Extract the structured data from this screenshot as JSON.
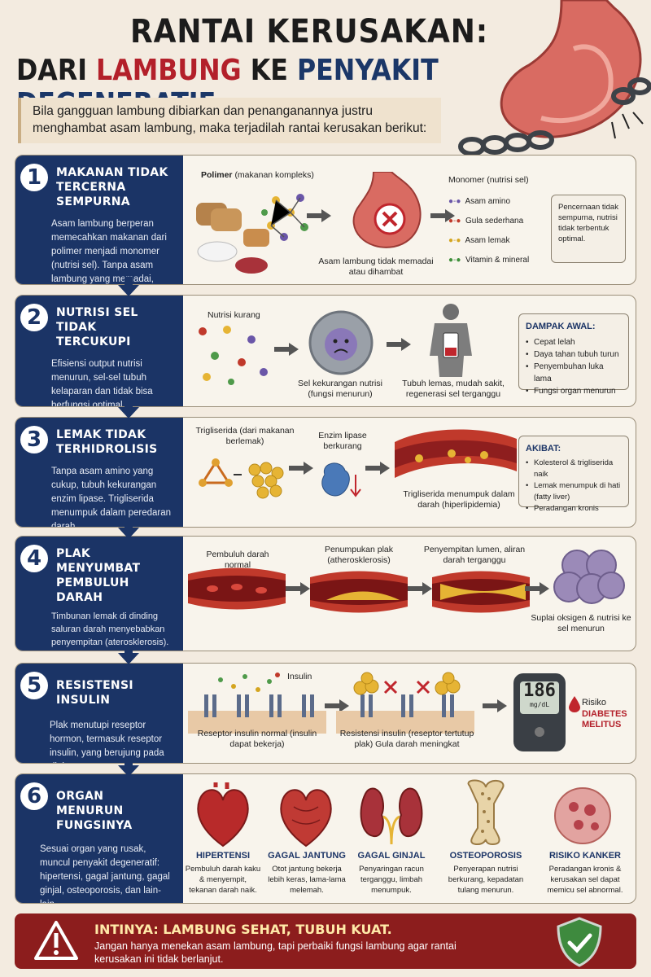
{
  "header": {
    "title_line1": "RANTAI KERUSAKAN:",
    "title_line2_a": "DARI",
    "title_line2_b": "LAMBUNG",
    "title_line2_c": "KE",
    "title_line2_d": "PENYAKIT DEGENERATIF",
    "intro": "Bila gangguan lambung dibiarkan dan penanganannya justru menghambat asam lambung, maka terjadilah rantai kerusakan berikut:"
  },
  "steps": [
    {
      "num": "1",
      "title": "MAKANAN TIDAK TERCERNA SEMPURNA",
      "desc": "Asam lambung berperan memecahkan makanan dari polimer menjadi monomer (nutrisi sel). Tanpa asam lambung yang memadai, proses ini gagal.",
      "label_polimer_a": "Polimer",
      "label_polimer_b": "(makanan kompleks)",
      "label_stomach": "Asam lambung tidak memadai atau dihambat",
      "label_monomer": "Monomer (nutrisi sel)",
      "monomers": [
        "Asam amino",
        "Gula sederhana",
        "Asam lemak",
        "Vitamin & mineral"
      ],
      "note": "Pencernaan tidak sempurna, nutrisi tidak terbentuk optimal."
    },
    {
      "num": "2",
      "title": "NUTRISI SEL TIDAK TERCUKUPI",
      "desc": "Efisiensi output nutrisi menurun, sel-sel tubuh kelaparan dan tidak bisa berfungsi optimal.",
      "label_a": "Nutrisi kurang",
      "label_b": "Sel kekurangan nutrisi (fungsi menurun)",
      "label_c": "Tubuh lemas, mudah sakit, regenerasi sel terganggu",
      "box_title": "DAMPAK AWAL:",
      "box_items": [
        "Cepat lelah",
        "Daya tahan tubuh turun",
        "Penyembuhan luka lama",
        "Fungsi organ menurun"
      ]
    },
    {
      "num": "3",
      "title": "LEMAK TIDAK TERHIDROLISIS",
      "desc": "Tanpa asam amino yang cukup, tubuh kekurangan enzim lipase. Trigliserida menumpuk dalam peredaran darah.",
      "label_a": "Trigliserida (dari makanan berlemak)",
      "label_b": "Enzim lipase berkurang",
      "label_c": "Trigliserida menumpuk dalam darah (hiperlipidemia)",
      "box_title": "AKIBAT:",
      "box_items": [
        "Kolesterol & trigliserida naik",
        "Lemak menumpuk di hati (fatty liver)",
        "Peradangan kronis"
      ]
    },
    {
      "num": "4",
      "title": "PLAK MENYUMBAT PEMBULUH DARAH",
      "desc": "Timbunan lemak di dinding saluran darah menyebabkan penyempitan (aterosklerosis). Aliran darah terganggu, suplai nutrisi dan oksigen ke sel menurun.",
      "label_a": "Pembuluh darah normal",
      "label_b": "Penumpukan plak (atherosklerosis)",
      "label_c": "Penyempitan lumen, aliran darah terganggu",
      "label_d": "Suplai oksigen & nutrisi ke sel menurun"
    },
    {
      "num": "5",
      "title": "RESISTENSI INSULIN",
      "desc": "Plak menutupi reseptor hormon, termasuk reseptor insulin, yang berujung pada diabetes.",
      "label_insulin": "Insulin",
      "label_a": "Reseptor insulin normal (insulin dapat bekerja)",
      "label_b": "Resistensi insulin (reseptor tertutup plak) Gula darah meningkat",
      "meter_value": "186",
      "meter_unit": "mg/dL",
      "risk_a": "Risiko",
      "risk_b": "DIABETES MELITUS"
    },
    {
      "num": "6",
      "title": "ORGAN MENURUN FUNGSINYA",
      "desc": "Sesuai organ yang rusak, muncul penyakit degeneratif: hipertensi, gagal jantung, gagal ginjal, osteoporosis, dan lain-lain.",
      "organs": [
        {
          "name": "HIPERTENSI",
          "desc": "Pembuluh darah kaku & menyempit, tekanan darah naik."
        },
        {
          "name": "GAGAL JANTUNG",
          "desc": "Otot jantung bekerja lebih keras, lama-lama melemah."
        },
        {
          "name": "GAGAL GINJAL",
          "desc": "Penyaringan racun terganggu, limbah menumpuk."
        },
        {
          "name": "OSTEOPOROSIS",
          "desc": "Penyerapan nutrisi berkurang, kepadatan tulang menurun."
        },
        {
          "name": "RISIKO KANKER",
          "desc": "Peradangan kronis & kerusakan sel dapat memicu sel abnormal."
        }
      ]
    }
  ],
  "footer": {
    "headline": "INTINYA: LAMBUNG SEHAT, TUBUH KUAT.",
    "text": "Jangan hanya menekan asam lambung, tapi perbaiki fungsi lambung agar rantai kerusakan ini tidak berlanjut."
  }
}
